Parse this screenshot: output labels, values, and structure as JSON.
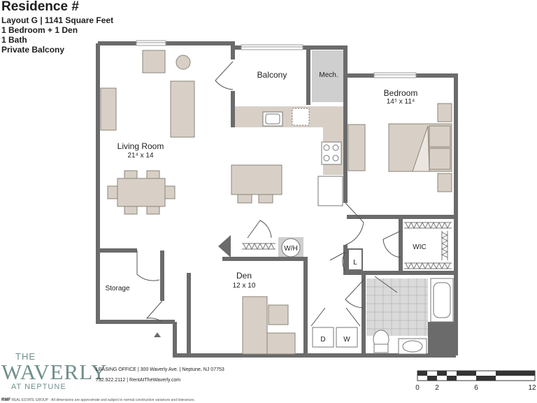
{
  "header": {
    "title": "Residence #",
    "layout": "Layout G  |  1141 Square Feet",
    "beds": "1 Bedroom + 1 Den",
    "bath": "1 Bath",
    "feature": "Private Balcony"
  },
  "rooms": {
    "living": {
      "name": "Living Room",
      "size": "21⁴ x 14"
    },
    "balcony": {
      "name": "Balcony"
    },
    "mech": {
      "name": "Mech."
    },
    "bedroom": {
      "name": "Bedroom",
      "size": "14⁵ x 11⁴"
    },
    "den": {
      "name": "Den",
      "size": "12 x 10"
    },
    "storage": {
      "name": "Storage"
    },
    "wic": {
      "name": "WIC"
    },
    "wh": {
      "name": "W/H"
    },
    "linen": {
      "name": "L"
    },
    "dryer": {
      "name": "D"
    },
    "washer": {
      "name": "W"
    }
  },
  "brand": {
    "the": "THE",
    "name": "WAVERLY",
    "sub": "AT NEPTUNE"
  },
  "office": {
    "line1": "LEASING OFFICE  |  300 Waverly Ave.  |  Neptune, NJ 07753",
    "line2": "732.922.2112  |  RentAtTheWaverly.com"
  },
  "disclaimer": {
    "company": "RMF",
    "text": "REAL ESTATE GROUP  ·  All dimensions are approximate and subject to normal construction variances and tolerances."
  },
  "scale": {
    "ticks": [
      "0",
      "2",
      "6",
      "12"
    ]
  },
  "colors": {
    "wall": "#6b6b6b",
    "fixture": "#d8d0c6",
    "tile": "#d9d9d9",
    "brand": "#6f8f8b"
  }
}
